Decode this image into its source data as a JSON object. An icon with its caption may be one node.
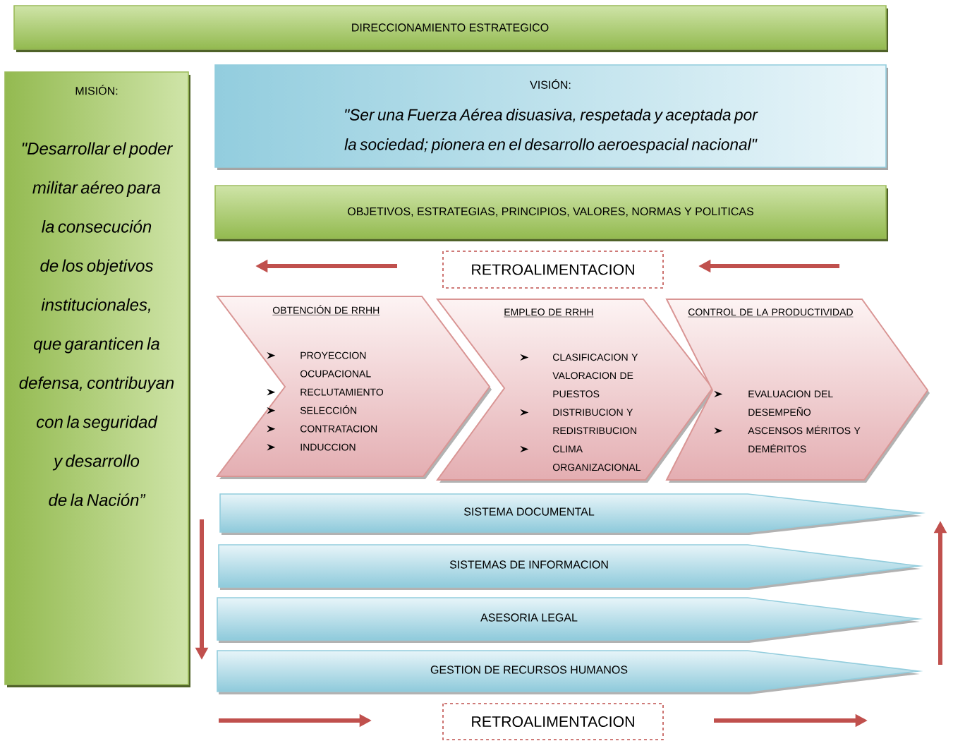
{
  "diagram": {
    "nodes": [
      {
        "text": [
          "DIRECCIONAMIENTO ESTRATEGICO"
        ]
      },
      {
        "text": [
          "MISIÓN:",
          "\"Desarrollar el poder militar aéreo para la consecución de los objetivos institucionales, que garanticen la defensa, contribuyan con la seguridad y desarrollo de la Nación”"
        ]
      },
      {
        "text": [
          "VISIÓN:",
          "\"Ser una Fuerza Aérea disuasiva, respetada y aceptada por la sociedad; pionera en el desarrollo aeroespacial nacional\""
        ]
      },
      {
        "text": [
          "OBJETIVOS, ESTRATEGIAS, PRINCIPIOS, VALORES, NORMAS Y POLITICAS"
        ]
      },
      {
        "text": [
          "RETROALIMENTACION"
        ]
      },
      {
        "text": [
          "OBTENCIÓN DE RRHH",
          "PROYECCION OCUPACIONAL",
          "RECLUTAMIENTO",
          "SELECCIÓN",
          "CONTRATACION",
          "INDUCCION"
        ]
      },
      {
        "text": [
          "EMPLEO DE RRHH",
          "CLASIFICACION Y VALORACION DE PUESTOS",
          "DISTRIBUCION Y REDISTRIBUCION",
          "CLIMA ORGANIZACIONAL"
        ]
      },
      {
        "text": [
          "CONTROL DE LA PRODUCTIVIDAD",
          "EVALUACION DEL DESEMPEÑO",
          "ASCENSOS MÉRITOS Y DEMÉRITOS"
        ]
      },
      {
        "text": [
          "SISTEMA DOCUMENTAL"
        ]
      },
      {
        "text": [
          "SISTEMAS DE INFORMACION"
        ]
      },
      {
        "text": [
          "ASESORIA LEGAL"
        ]
      },
      {
        "text": [
          "GESTION DE RECURSOS HUMANOS"
        ]
      },
      {
        "text": [
          "RETROALIMENTACION"
        ]
      }
    ]
  }
}
